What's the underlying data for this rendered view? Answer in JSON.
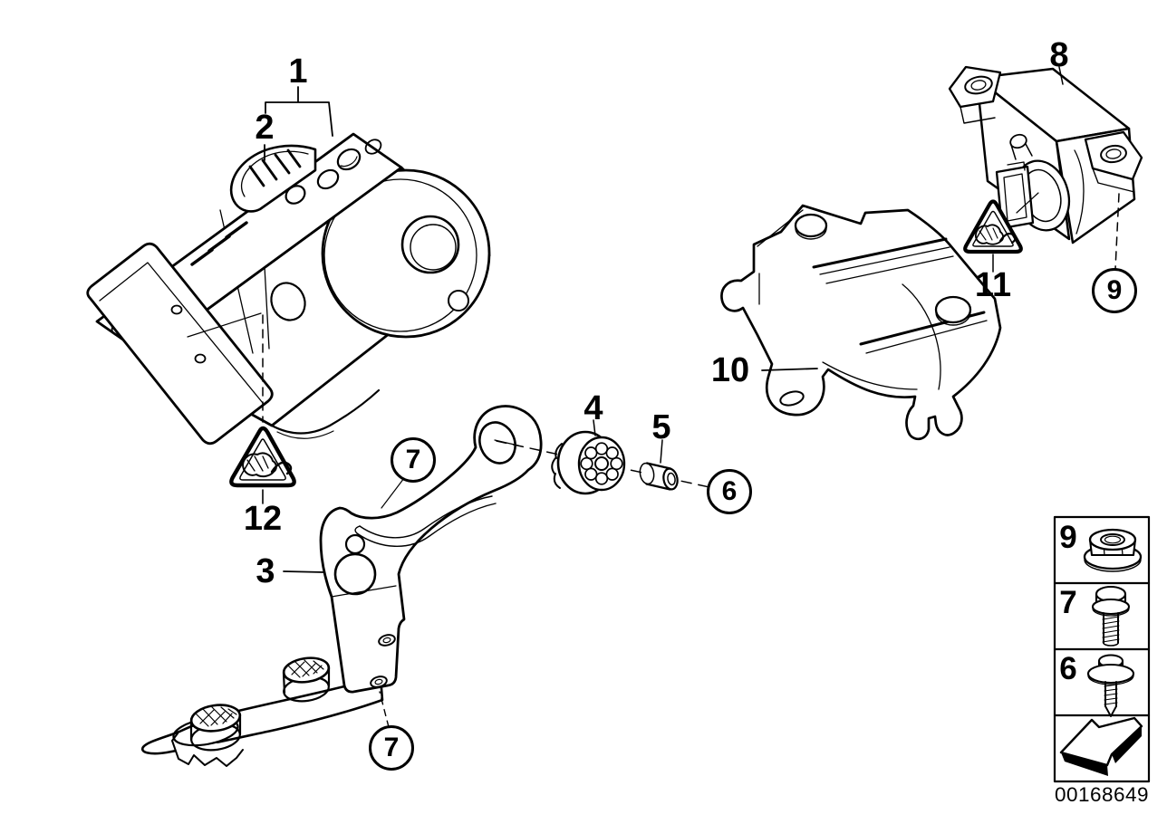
{
  "colors": {
    "background": "#ffffff",
    "ink": "#000000"
  },
  "callouts": {
    "labels": [
      {
        "text": "1"
      },
      {
        "text": "2"
      },
      {
        "text": "3"
      },
      {
        "text": "4"
      },
      {
        "text": "5"
      },
      {
        "text": "8"
      },
      {
        "text": "10"
      },
      {
        "text": "11"
      },
      {
        "text": "12"
      }
    ],
    "circled": [
      {
        "text": "7"
      },
      {
        "text": "7"
      },
      {
        "text": "6"
      },
      {
        "text": "9"
      }
    ]
  },
  "warning_icons": [
    {
      "at_callout": "12",
      "icon": "scrap-part-warning-icon"
    },
    {
      "at_callout": "11",
      "icon": "scrap-part-warning-icon"
    }
  ],
  "legend": {
    "rows": [
      {
        "label": "9",
        "icon": "flange-nut-icon"
      },
      {
        "label": "7",
        "icon": "flange-bolt-icon"
      },
      {
        "label": "6",
        "icon": "washer-screw-icon"
      },
      {
        "label": "",
        "icon": "direction-arrow-icon"
      }
    ],
    "image_number": "00168649"
  }
}
